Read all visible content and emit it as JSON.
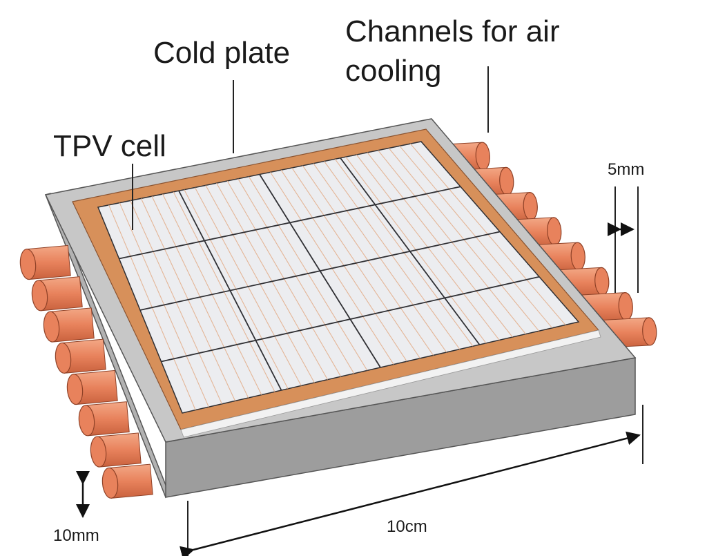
{
  "labels": {
    "cold_plate": "Cold plate",
    "channels_line1": "Channels for air",
    "channels_line2": "cooling",
    "tpv_cell": "TPV cell",
    "gap_5mm": "5mm",
    "height_10mm": "10mm",
    "length_10cm": "10cm"
  },
  "grid": {
    "rows": 4,
    "cols": 4
  },
  "tubes": {
    "left_count": 8,
    "right_count": 8
  },
  "colors": {
    "copper_tube": "#e8825c",
    "copper_frame": "#d7905a",
    "plate_top": "#c7c7c7",
    "plate_front": "#9d9d9d",
    "plate_left": "#b2b2b2",
    "cell_surface": "#ecedf0",
    "cell_stripe": "#e4b596",
    "grid_line": "#2f2f33"
  }
}
